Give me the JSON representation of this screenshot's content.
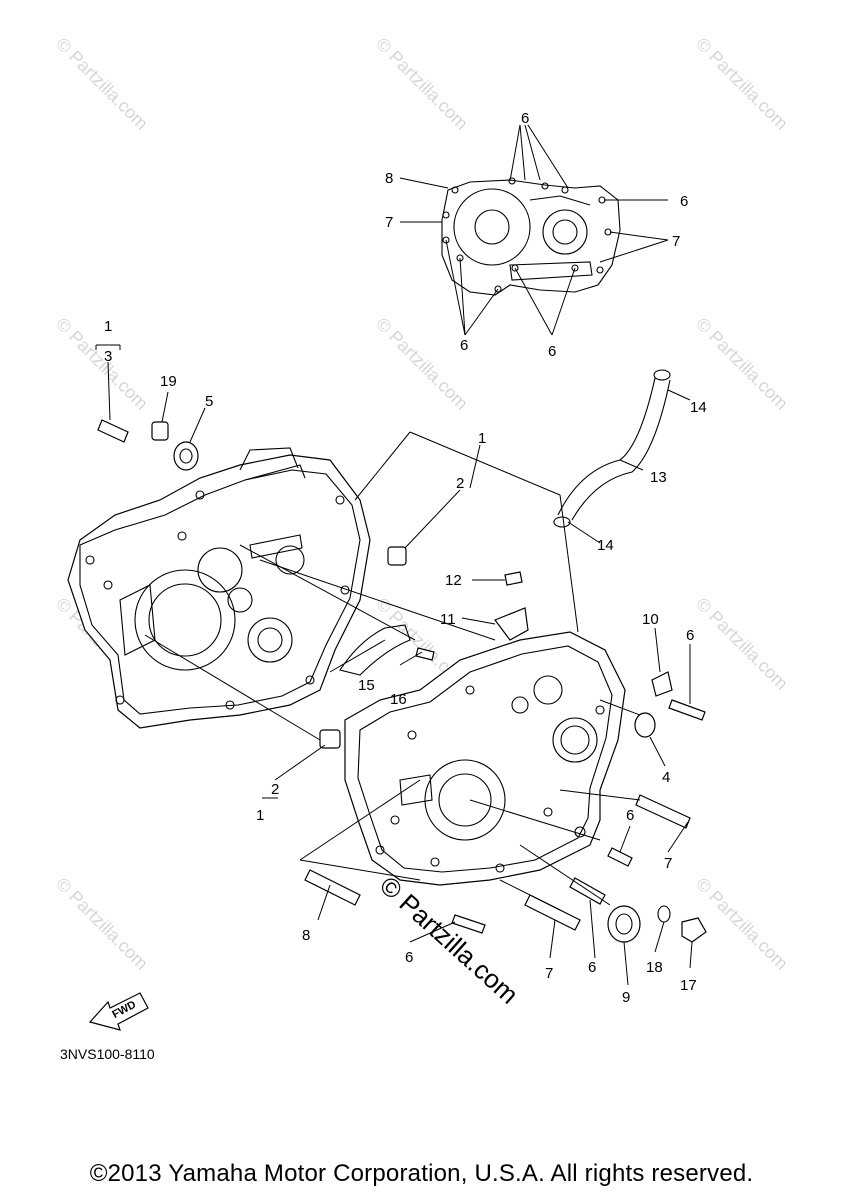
{
  "watermark": "© Partzilla.com",
  "callouts": {
    "c1": "1",
    "c2": "2",
    "c3": "3",
    "c4": "4",
    "c5": "5",
    "c6": "6",
    "c7": "7",
    "c8": "8",
    "c9": "9",
    "c10": "10",
    "c11": "11",
    "c12": "12",
    "c13": "13",
    "c14": "14",
    "c15": "15",
    "c16": "16",
    "c17": "17",
    "c18": "18",
    "c19": "19"
  },
  "fwd_label": "FWD",
  "diagram_code": "3NVS100-8110",
  "copyright": "©2013 Yamaha Motor Corporation, U.S.A. All rights reserved."
}
